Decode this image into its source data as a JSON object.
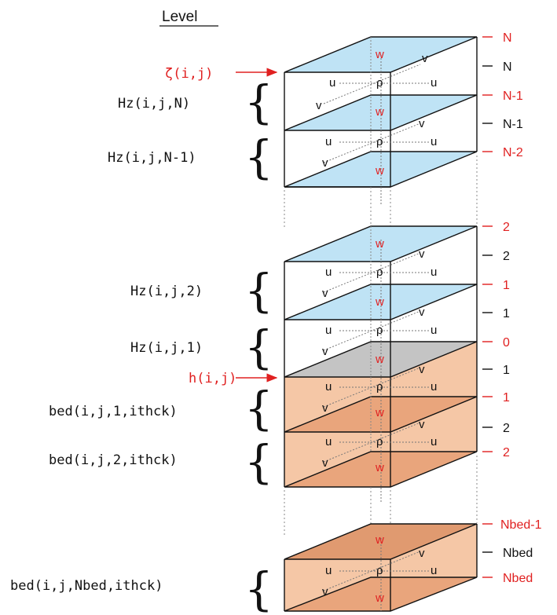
{
  "header": {
    "title": "Level"
  },
  "colors": {
    "water": "#bfe3f5",
    "bed": "#f5c7a6",
    "bed_dark": "#e9a57c",
    "interface": "#c4c4c4",
    "red": "#e02020"
  },
  "symbols": {
    "u": "u",
    "v": "v",
    "rho": "ρ",
    "w": "w"
  },
  "markers": {
    "zeta": "ζ(i,j)",
    "h": "h(i,j)"
  },
  "layer_labels": {
    "hz_n": "Hz(i,j,N)",
    "hz_n1": "Hz(i,j,N-1)",
    "hz_2": "Hz(i,j,2)",
    "hz_1": "Hz(i,j,1)",
    "bed_1": "bed(i,j,1,ithck)",
    "bed_2": "bed(i,j,2,ithck)",
    "bed_n": "bed(i,j,Nbed,ithck)"
  },
  "w_levels": {
    "top_n": "N",
    "top_n1": "N-1",
    "top_n2": "N-2",
    "top_2": "2",
    "top_1": "1",
    "top_0": "0",
    "bed_1": "1",
    "bed_2": "2",
    "bed_nbed1": "Nbed-1",
    "bed_nbed": "Nbed"
  },
  "rho_levels": {
    "n": "N",
    "n1": "N-1",
    "two": "2",
    "one": "1",
    "bed_1": "1",
    "bed_2": "2",
    "bed_nbed": "Nbed"
  },
  "brace_char": "{"
}
